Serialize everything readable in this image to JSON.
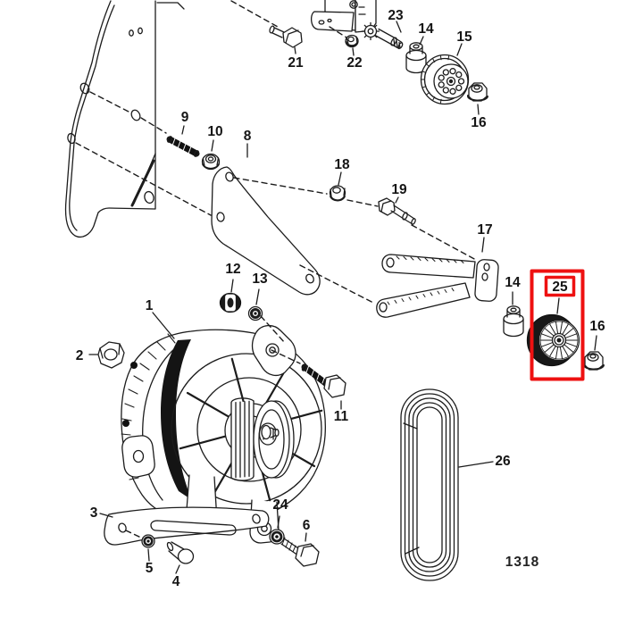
{
  "figure": {
    "drawing_number": "1318"
  },
  "highlight": {
    "part": "25",
    "box_color": "#ee1111"
  },
  "colors": {
    "line": "#1c1c1c",
    "background": "#ffffff"
  },
  "callouts": [
    "1",
    "2",
    "3",
    "4",
    "5",
    "6",
    "8",
    "9",
    "10",
    "11",
    "12",
    "13",
    "14",
    "14",
    "15",
    "16",
    "16",
    "17",
    "18",
    "19",
    "21",
    "22",
    "23",
    "24",
    "26"
  ]
}
